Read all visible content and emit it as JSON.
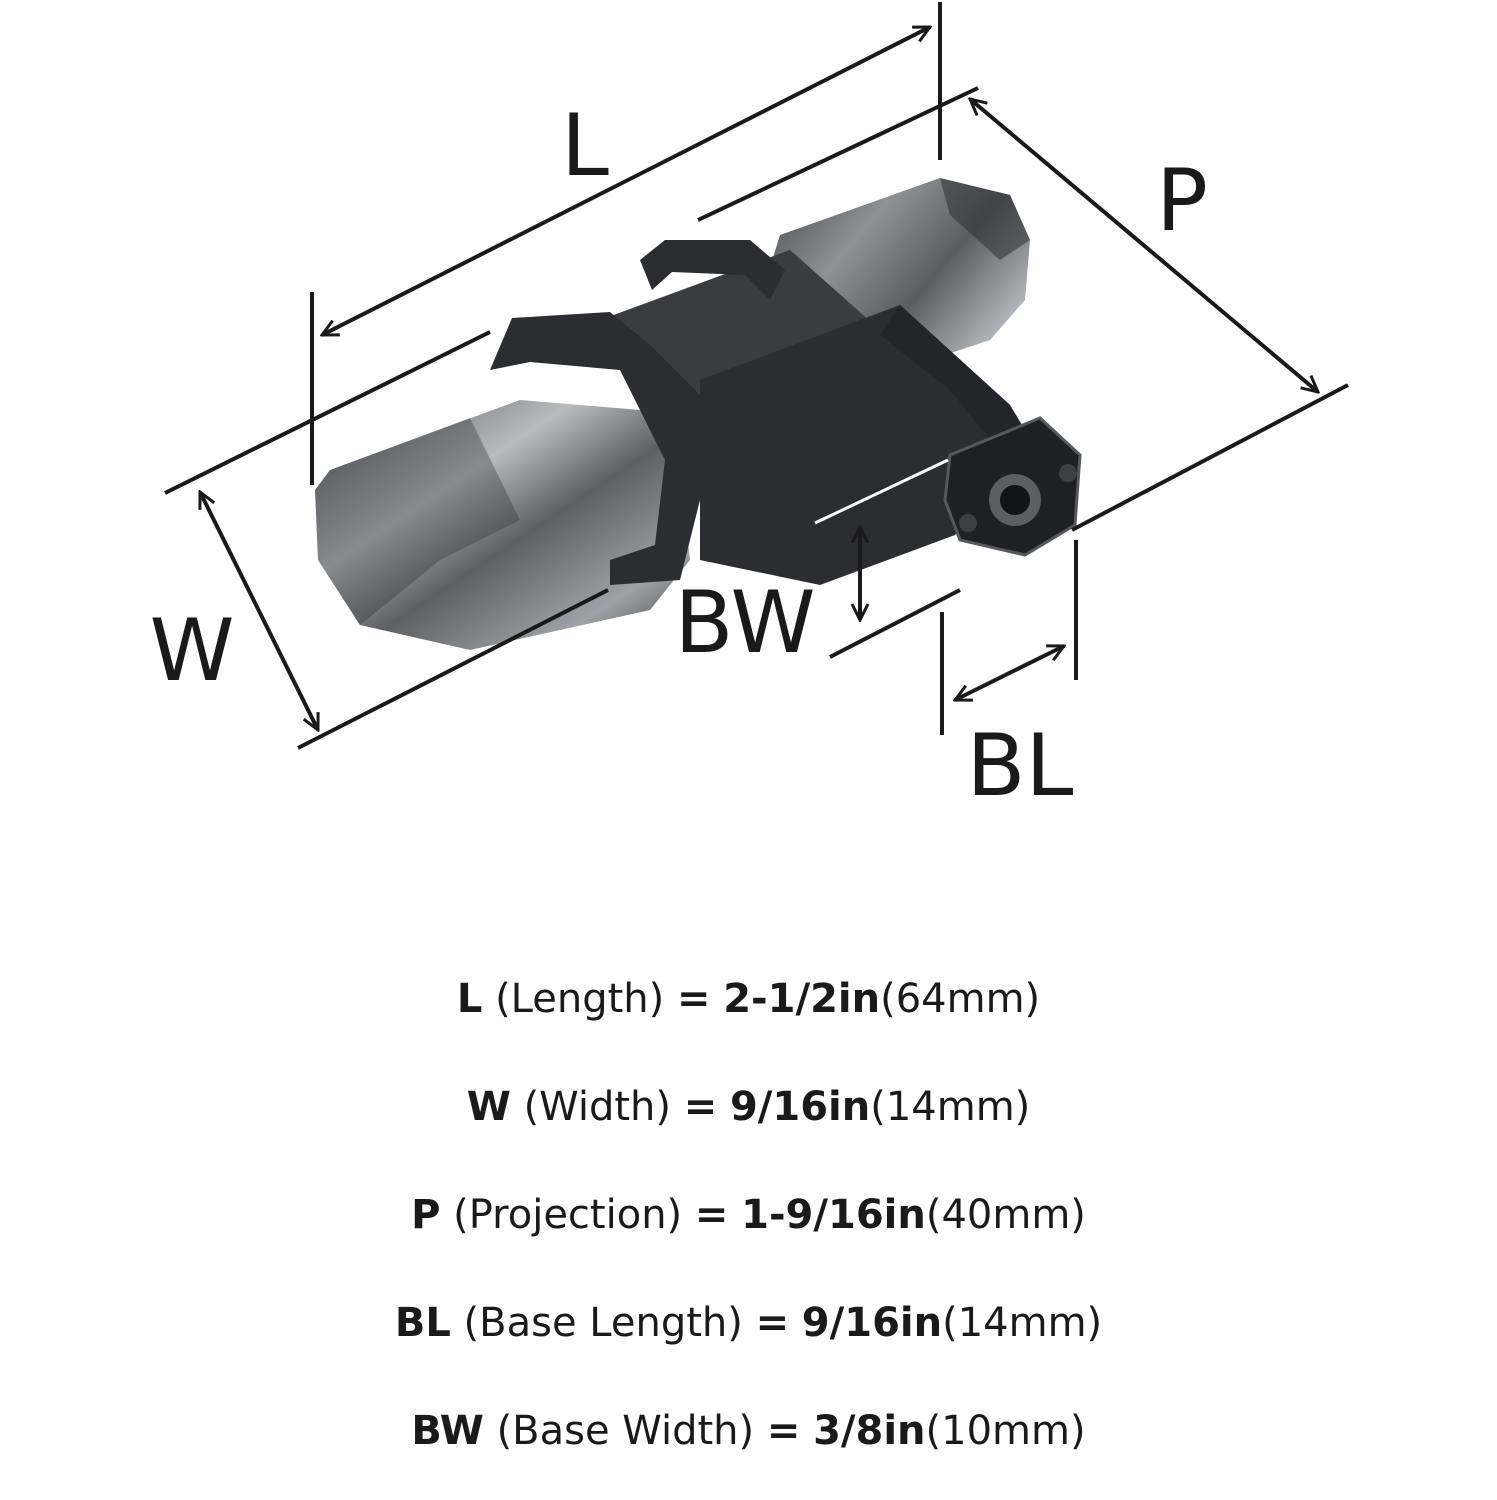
{
  "diagram": {
    "labels": {
      "length": "L",
      "projection": "P",
      "width": "W",
      "base_width": "BW",
      "base_length": "BL"
    },
    "colors": {
      "line": "#1a1a1a",
      "base_finish": "#2b2d31",
      "bar_finish_dark": "#3a3c40",
      "bar_finish_light": "#a9acb0"
    }
  },
  "specs": [
    {
      "code": "L",
      "desc": "(Length)",
      "eq": "=",
      "imperial": "2-1/2in",
      "metric": "(64mm)"
    },
    {
      "code": "W",
      "desc": "(Width)",
      "eq": "=",
      "imperial": "9/16in",
      "metric": "(14mm)"
    },
    {
      "code": "P",
      "desc": "(Projection)",
      "eq": "=",
      "imperial": "1-9/16in",
      "metric": "(40mm)"
    },
    {
      "code": "BL",
      "desc": "(Base Length)",
      "eq": "=",
      "imperial": "9/16in",
      "metric": "(14mm)"
    },
    {
      "code": "BW",
      "desc": "(Base Width)",
      "eq": "=",
      "imperial": "3/8in",
      "metric": "(10mm)"
    }
  ]
}
